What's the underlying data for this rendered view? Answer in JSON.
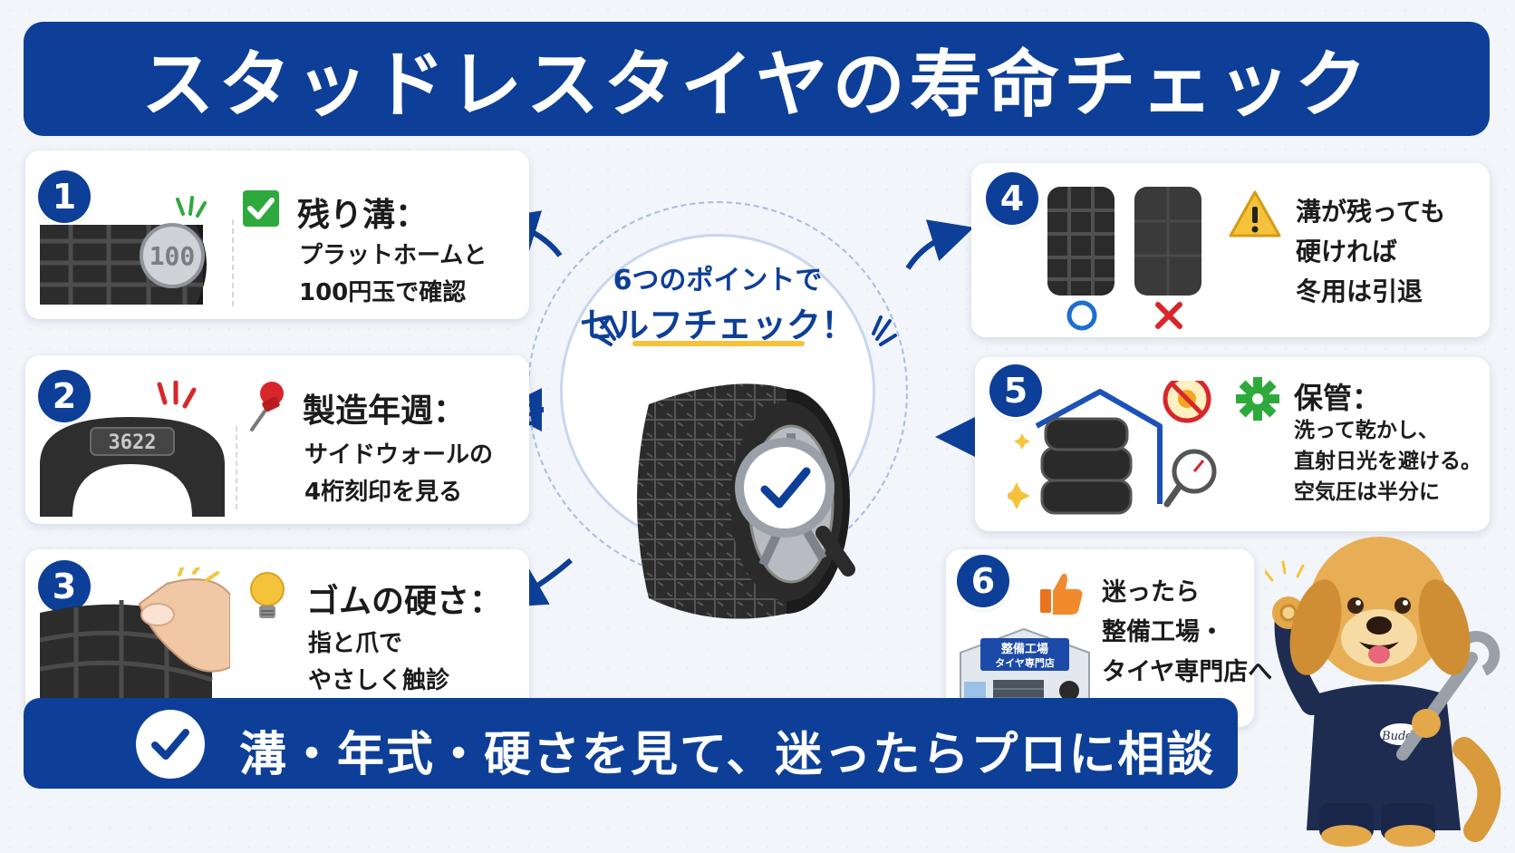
{
  "title": "スタッドレスタイヤの寿命チェック",
  "center": {
    "line1": "6つのポイントで",
    "line2": "セルフチェック！"
  },
  "cards": [
    {
      "number": "1",
      "heading": "残り溝：",
      "body": [
        "プラットホームと",
        "100円玉で確認"
      ],
      "coin_text": "100"
    },
    {
      "number": "2",
      "heading": "製造年週：",
      "body": [
        "サイドウォールの",
        "4桁刻印を見る"
      ],
      "stamp_text": "3622"
    },
    {
      "number": "3",
      "heading": "ゴムの硬さ：",
      "body": [
        "指と爪で",
        "やさしく触診"
      ]
    },
    {
      "number": "4",
      "body": [
        "溝が残っても",
        "硬ければ",
        "冬用は引退"
      ]
    },
    {
      "number": "5",
      "heading": "保管：",
      "body": [
        "洗って乾かし、",
        "直射日光を避ける。",
        "空気圧は半分に"
      ]
    },
    {
      "number": "6",
      "body": [
        "迷ったら",
        "整備工場・",
        "タイヤ専門店へ"
      ],
      "shop_sign": [
        "整備工場",
        "タイヤ専門店"
      ]
    }
  ],
  "footer": "溝・年式・硬さを見て、迷ったらプロに相談",
  "mascot_badge": "Buddy",
  "colors": {
    "navy": "#0d3f98",
    "green": "#2eaa3c",
    "red": "#d8262b",
    "yellow": "#f5c33b",
    "orange": "#e8741f"
  }
}
